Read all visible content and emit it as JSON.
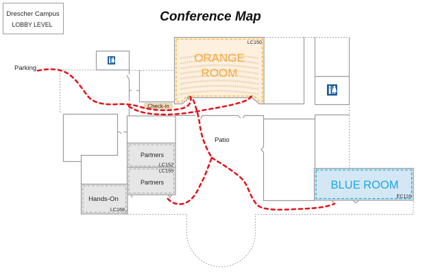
{
  "title": "Conference Map",
  "info_box": {
    "campus": "Drescher Campus",
    "level": "LOBBY LEVEL"
  },
  "labels": {
    "parking": "Parking",
    "patio": "Patio",
    "check_in": "Check-in"
  },
  "rooms": {
    "orange": {
      "name_line1": "ORANGE",
      "name_line2": "ROOM",
      "code": "LC150"
    },
    "blue": {
      "name": "BLUE ROOM",
      "code": "EC116"
    },
    "partners_upper": {
      "name": "Partners",
      "code": "LC152"
    },
    "partners_lower": {
      "name": "Partners",
      "code": "LC155"
    },
    "hands_on": {
      "name": "Hands-On",
      "code": "LC168"
    }
  },
  "icons": {
    "restrooms": [
      "restroom-icon",
      "restroom-icon"
    ],
    "route": "footprints-path"
  },
  "colors": {
    "orange_text": "#f6a93b",
    "orange_fill": "#fdf0df",
    "orange_border": "#f7b030",
    "blue_text": "#1ea6e0",
    "blue_fill": "#d3e8f4",
    "blue_border": "#27a9e1",
    "grey_room_fill": "#e6e6e6",
    "route": "#e3141b",
    "restroom": "#175a96",
    "check_in_fill": "#f8dab0"
  }
}
